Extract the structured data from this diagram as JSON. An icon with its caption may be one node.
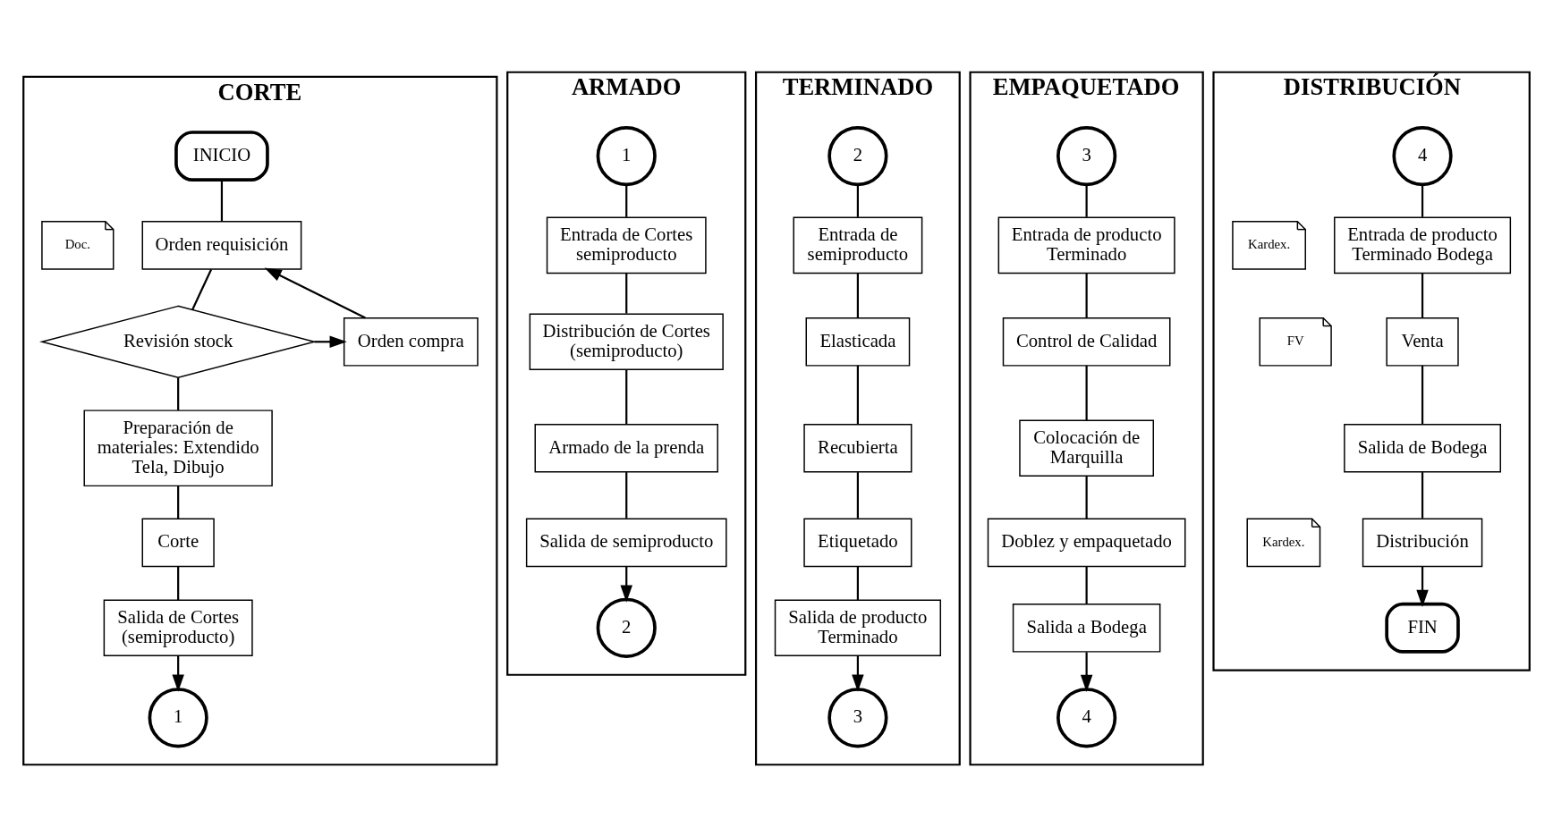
{
  "diagram": {
    "nodes": [
      {
        "text": [
          "CORTE"
        ]
      },
      {
        "text": [
          "INICIO"
        ],
        "in": 0
      },
      {
        "text": [
          "Orden requisición"
        ],
        "in": 0
      },
      {
        "text": [
          "Doc."
        ],
        "in": 0
      },
      {
        "text": [
          "Revisión stock"
        ],
        "in": 0
      },
      {
        "text": [
          "Orden compra"
        ],
        "in": 0
      },
      {
        "text": [
          "Preparación de materiales: Extendido Tela, Dibujo"
        ],
        "in": 0
      },
      {
        "text": [
          "Corte"
        ],
        "in": 0
      },
      {
        "text": [
          "Salida de Cortes (semiproducto)"
        ],
        "in": 0
      },
      {
        "text": [
          "1"
        ],
        "in": 0
      },
      {
        "text": [
          "ARMADO"
        ]
      },
      {
        "text": [
          "1"
        ],
        "in": 10
      },
      {
        "text": [
          "Entrada de Cortes semiproducto"
        ],
        "in": 10
      },
      {
        "text": [
          "Distribución de Cortes (semiproducto)"
        ],
        "in": 10
      },
      {
        "text": [
          "Armado de la prenda"
        ],
        "in": 10
      },
      {
        "text": [
          "Salida de semiproducto"
        ],
        "in": 10
      },
      {
        "text": [
          "2"
        ],
        "in": 10
      },
      {
        "text": [
          "TERMINADO"
        ]
      },
      {
        "text": [
          "2"
        ],
        "in": 17
      },
      {
        "text": [
          "Entrada de semiproducto"
        ],
        "in": 17
      },
      {
        "text": [
          "Elasticada"
        ],
        "in": 17
      },
      {
        "text": [
          "Recubierta"
        ],
        "in": 17
      },
      {
        "text": [
          "Etiquetado"
        ],
        "in": 17
      },
      {
        "text": [
          "Salida de producto Terminado"
        ],
        "in": 17
      },
      {
        "text": [
          "3"
        ],
        "in": 17
      },
      {
        "text": [
          "EMPAQUETADO"
        ]
      },
      {
        "text": [
          "3"
        ],
        "in": 25
      },
      {
        "text": [
          "Entrada de producto Terminado"
        ],
        "in": 25
      },
      {
        "text": [
          "Control de Calidad"
        ],
        "in": 25
      },
      {
        "text": [
          "Colocación de Marquilla"
        ],
        "in": 25
      },
      {
        "text": [
          "Doblez y empaquetado"
        ],
        "in": 25
      },
      {
        "text": [
          "Salida a Bodega"
        ],
        "in": 25
      },
      {
        "text": [
          "4"
        ],
        "in": 25
      },
      {
        "text": [
          "DISTRIBUCIÓN"
        ]
      },
      {
        "text": [
          "4"
        ],
        "in": 33
      },
      {
        "text": [
          "Entrada de producto Terminado Bodega"
        ],
        "in": 33
      },
      {
        "text": [
          "Kardex."
        ],
        "in": 33
      },
      {
        "text": [
          "Venta"
        ],
        "in": 33
      },
      {
        "text": [
          "FV"
        ],
        "in": 33
      },
      {
        "text": [
          "Salida de Bodega"
        ],
        "in": 33
      },
      {
        "text": [
          "Distribución"
        ],
        "in": 33
      },
      {
        "text": [
          "Kardex."
        ],
        "in": 33
      },
      {
        "text": [
          "FIN"
        ],
        "in": 33
      }
    ],
    "edges": [
      {
        "from": 1,
        "to": 2,
        "arrow": "none"
      },
      {
        "from": 2,
        "to": 4,
        "arrow": "none"
      },
      {
        "from": 4,
        "to": 5,
        "arrow": "to"
      },
      {
        "from": 5,
        "to": 2,
        "arrow": "to"
      },
      {
        "from": 4,
        "to": 6,
        "arrow": "none"
      },
      {
        "from": 6,
        "to": 7,
        "arrow": "none"
      },
      {
        "from": 7,
        "to": 8,
        "arrow": "none"
      },
      {
        "from": 8,
        "to": 9,
        "arrow": "to"
      },
      {
        "from": 11,
        "to": 12,
        "arrow": "none"
      },
      {
        "from": 12,
        "to": 13,
        "arrow": "none"
      },
      {
        "from": 13,
        "to": 14,
        "arrow": "none"
      },
      {
        "from": 14,
        "to": 15,
        "arrow": "none"
      },
      {
        "from": 15,
        "to": 16,
        "arrow": "to"
      },
      {
        "from": 18,
        "to": 19,
        "arrow": "none"
      },
      {
        "from": 19,
        "to": 20,
        "arrow": "none"
      },
      {
        "from": 20,
        "to": 21,
        "arrow": "none"
      },
      {
        "from": 21,
        "to": 22,
        "arrow": "none"
      },
      {
        "from": 22,
        "to": 23,
        "arrow": "none"
      },
      {
        "from": 23,
        "to": 24,
        "arrow": "to"
      },
      {
        "from": 26,
        "to": 27,
        "arrow": "none"
      },
      {
        "from": 27,
        "to": 28,
        "arrow": "none"
      },
      {
        "from": 28,
        "to": 29,
        "arrow": "none"
      },
      {
        "from": 29,
        "to": 30,
        "arrow": "none"
      },
      {
        "from": 30,
        "to": 31,
        "arrow": "none"
      },
      {
        "from": 31,
        "to": 32,
        "arrow": "to"
      },
      {
        "from": 34,
        "to": 35,
        "arrow": "none"
      },
      {
        "from": 35,
        "to": 37,
        "arrow": "none"
      },
      {
        "from": 37,
        "to": 39,
        "arrow": "none"
      },
      {
        "from": 39,
        "to": 40,
        "arrow": "none"
      },
      {
        "from": 40,
        "to": 42,
        "arrow": "to"
      }
    ]
  }
}
